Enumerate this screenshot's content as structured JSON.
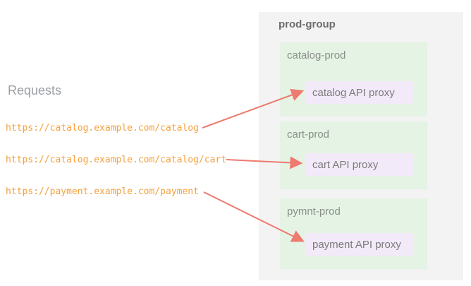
{
  "left_panel": {
    "heading": "Requests",
    "urls": [
      "https://catalog.example.com/catalog",
      "https://catalog.example.com/catalog/cart",
      "https://payment.example.com/payment"
    ]
  },
  "prod_group": {
    "title": "prod-group",
    "environments": [
      {
        "name": "catalog-prod",
        "proxy_label": "catalog API proxy"
      },
      {
        "name": "cart-prod",
        "proxy_label": "cart API proxy"
      },
      {
        "name": "pymnt-prod",
        "proxy_label": "payment API proxy"
      }
    ]
  },
  "connections": [
    {
      "from_url_index": 0,
      "to_proxy": "catalog API proxy"
    },
    {
      "from_url_index": 1,
      "to_proxy": "cart API proxy"
    },
    {
      "from_url_index": 2,
      "to_proxy": "payment API proxy"
    }
  ],
  "colors": {
    "url_text": "#f5a03d",
    "arrow": "#ee7a70",
    "group_background": "#f3f3f3",
    "environment_background": "#e4f3e4",
    "proxy_background": "#f2eaf8",
    "heading_text": "#9aa0a6",
    "environment_label_text": "#8a8f8a",
    "proxy_label_text": "#7b7b7b",
    "group_title_text": "#6d6d6d"
  }
}
